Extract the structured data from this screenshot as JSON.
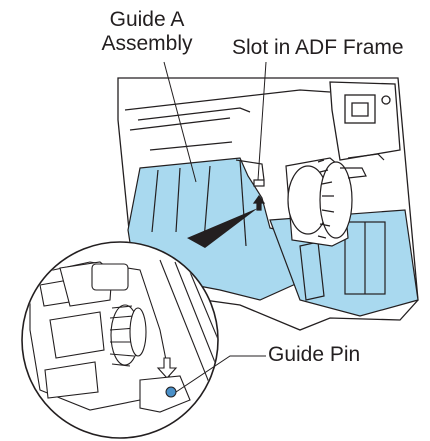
{
  "labels": {
    "guide_a_line1": "Guide A",
    "guide_a_line2": "Assembly",
    "slot": "Slot in ADF Frame",
    "guide_pin": "Guide Pin"
  },
  "colors": {
    "accent_blue": "#a9d9ef",
    "line": "#231f20",
    "pin_blue": "#4a90c8"
  }
}
